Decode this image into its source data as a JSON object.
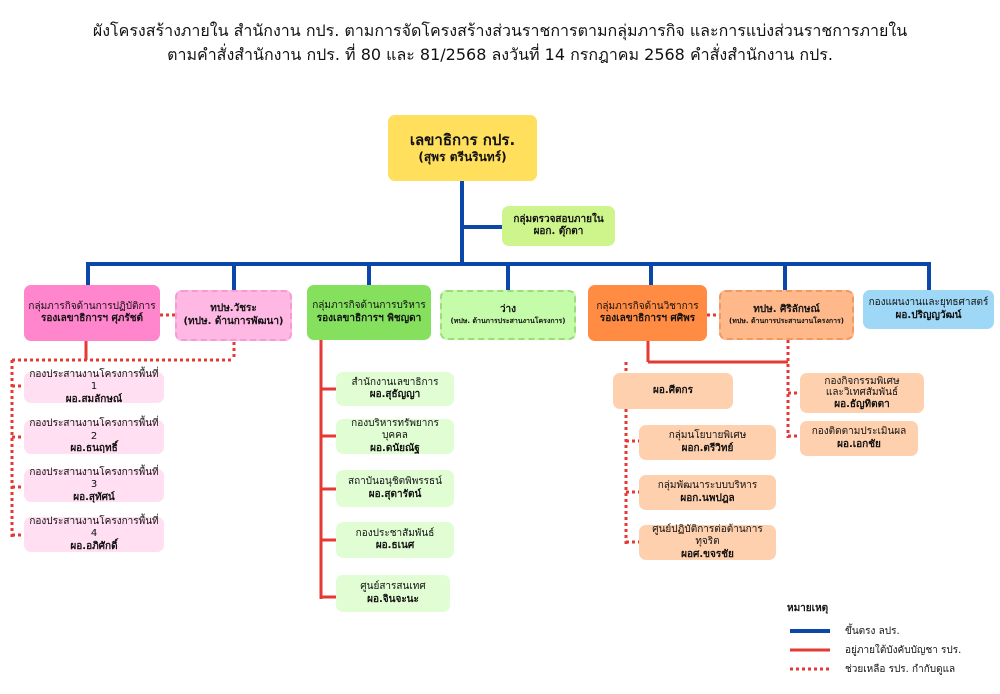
{
  "title": {
    "line1": "ผังโครงสร้างภายใน สำนักงาน กปร. ตามการจัดโครงสร้างส่วนราชการตามกลุ่มภารกิจ และการแบ่งส่วนราชการภายใน",
    "line2": "ตามคำสั่งสำนักงาน กปร. ที่ 80 และ 81/2568 ลงวันที่ 14 กรกฎาคม 2568 คำสั่งสำนักงาน กปร."
  },
  "colors": {
    "blue_line": "#0b47a8",
    "red_line": "#e53935",
    "yellow": "#ffdf5c",
    "lime": "#cdf58c",
    "pink": "#ff85cc",
    "light_pink": "#ffb7e4",
    "pale_pink": "#ffdff1",
    "green": "#85e05e",
    "light_green": "#c5fca9",
    "pale_green": "#e0fdd3",
    "orange": "#ff8c42",
    "light_orange": "#ffb88a",
    "peach": "#ffd0ae",
    "sky": "#9fd8f7"
  },
  "top": {
    "title": "เลขาธิการ กปร.",
    "name": "(สุพร ตรีนรินทร์)"
  },
  "audit": {
    "title": "กลุ่มตรวจสอบภายใน",
    "name": "ผอก. ตุ๊กตา"
  },
  "groups": {
    "ops": {
      "title": "กลุ่มภารกิจด้านการปฏิบัติการ",
      "name": "รองเลขาธิการฯ ศุภรัชต์"
    },
    "ops_adv": {
      "title": "ทปษ.วัชระ",
      "name": "(ทปษ. ด้านการพัฒนา)"
    },
    "admin": {
      "title": "กลุ่มภารกิจด้านการบริหาร",
      "name": "รองเลขาธิการฯ พิชญดา"
    },
    "vacant": {
      "title": "ว่าง",
      "name": "(ทปษ. ด้านการประสานงานโครงการ)"
    },
    "academic": {
      "title": "กลุ่มภารกิจด้านวิชาการ",
      "name": "รองเลขาธิการฯ ศศิพร"
    },
    "acad_adv": {
      "title": "ทปษ. ศิริลักษณ์",
      "name": "(ทปษ. ด้านการประสานงานโครงการ)"
    },
    "strategy": {
      "title": "กองแผนงานและยุทธศาสตร์",
      "name": "ผอ.ปริญญวัฒน์"
    }
  },
  "ops_units": [
    {
      "title": "กองประสานงานโครงการพื้นที่ 1",
      "name": "ผอ.สมลักษณ์"
    },
    {
      "title": "กองประสานงานโครงการพื้นที่ 2",
      "name": "ผอ.ธนฤทธิ์"
    },
    {
      "title": "กองประสานงานโครงการพื้นที่ 3",
      "name": "ผอ.สุทัศน์"
    },
    {
      "title": "กองประสานงานโครงการพื้นที่ 4",
      "name": "ผอ.อภิศักดิ์"
    }
  ],
  "admin_units": [
    {
      "title": "สำนักงานเลขาธิการ",
      "name": "ผอ.สุธัญญา"
    },
    {
      "title": "กองบริหารทรัพยากรบุคคล",
      "name": "ผอ.ดนัยณัฐ"
    },
    {
      "title": "สถาบันอนุชิตพิพรรธน์",
      "name": "ผอ.สุดารัตน์"
    },
    {
      "title": "กองประชาสัมพันธ์",
      "name": "ผอ.ธเนศ"
    },
    {
      "title": "ศูนย์สารสนเทศ",
      "name": "ผอ.จินจะนะ"
    }
  ],
  "acad_head": {
    "name": "ผอ.ศีตกร"
  },
  "acad_units": [
    {
      "title": "กลุ่มนโยบายพิเศษ",
      "name": "ผอก.ตรีวิทย์"
    },
    {
      "title": "กลุ่มพัฒนาระบบบริหาร",
      "name": "ผอก.นพปฎล"
    },
    {
      "title": "ศูนย์ปฏิบัติการต่อต้านการทุจริต",
      "name": "ผอศ.ขจรชัย"
    }
  ],
  "acad_adv_units": [
    {
      "title": "กองกิจกรรมพิเศษ",
      "title2": "และวิเทศสัมพันธ์",
      "name": "ผอ.ธัญทิตตา"
    },
    {
      "title": "กองติดตามประเมินผล",
      "name": "ผอ.เอกชัย"
    }
  ],
  "legend": {
    "title": "หมายเหตุ",
    "items": [
      {
        "label": "ขึ้นตรง ลปร."
      },
      {
        "label": "อยู่ภายใต้บังคับบัญชา รปร."
      },
      {
        "label": "ช่วยเหลือ รปร. กำกับดูแล"
      }
    ]
  }
}
